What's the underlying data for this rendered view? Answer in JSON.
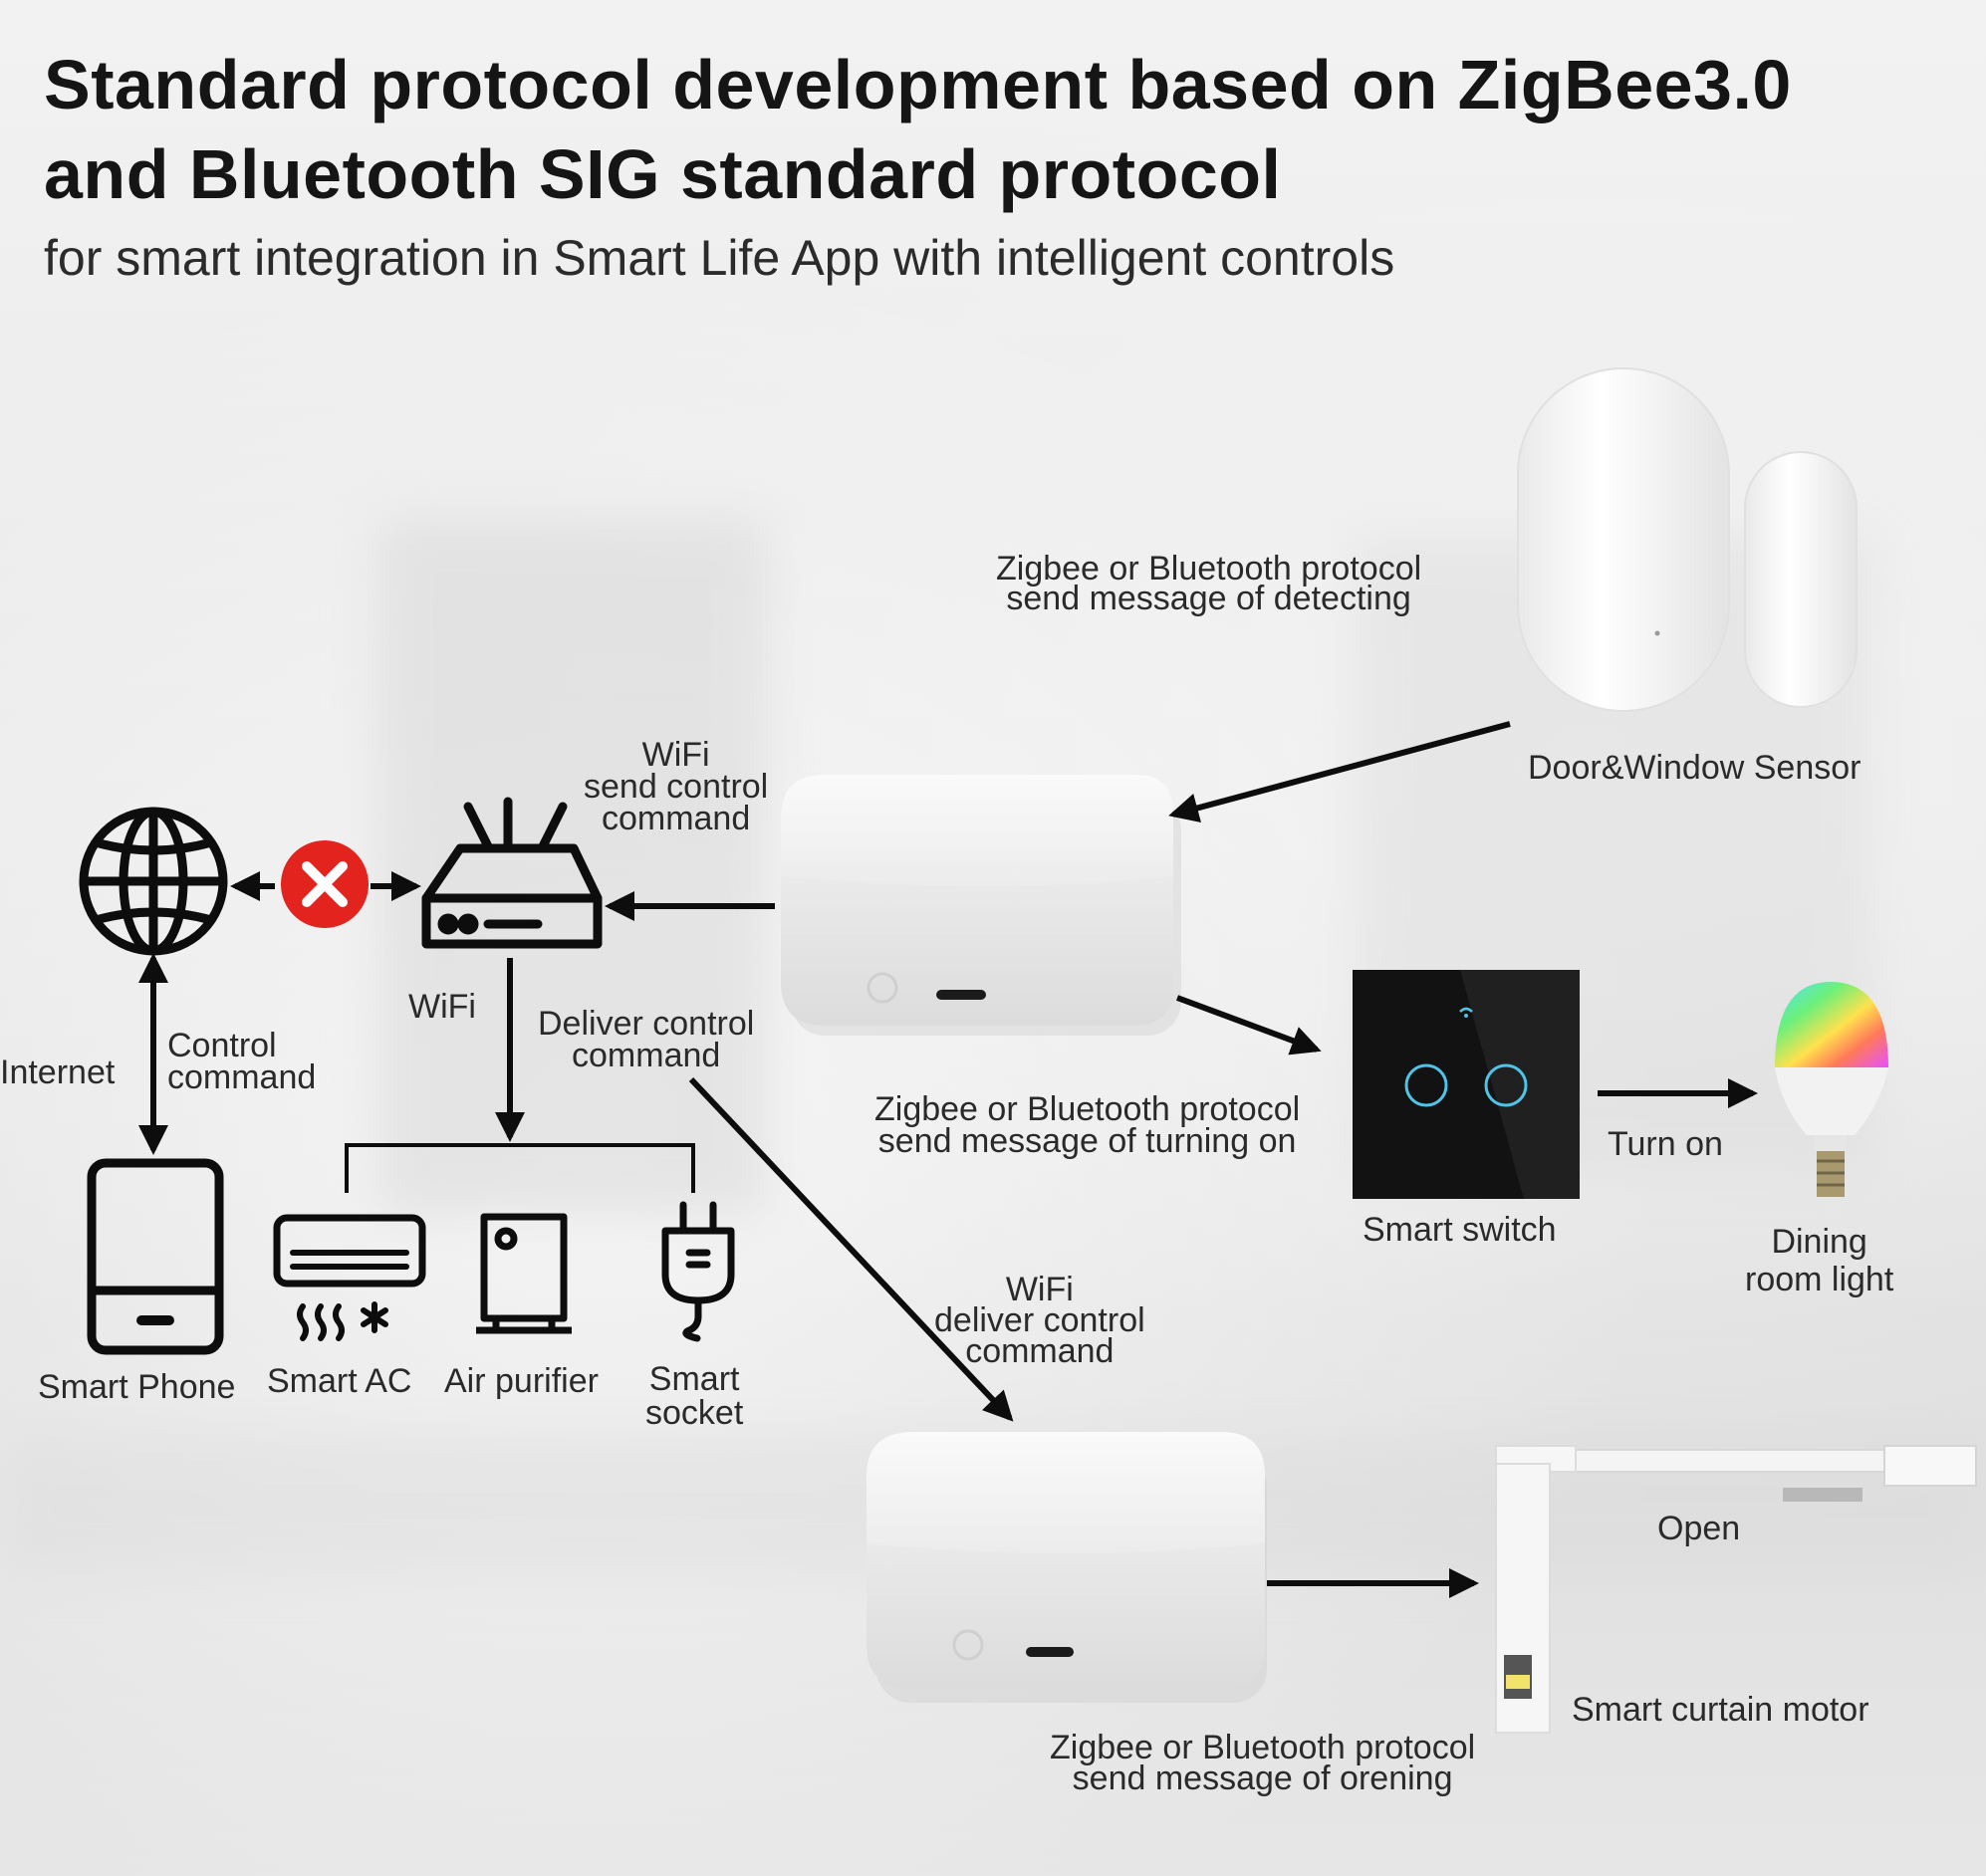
{
  "title_line1": "Standard protocol development based on ZigBee3.0",
  "title_line2": "and Bluetooth SIG standard protocol",
  "subtitle": "for smart integration in Smart Life App with intelligent controls",
  "labels": {
    "sensor_protocol_1": "Zigbee or Bluetooth protocol",
    "sensor_protocol_2": "send message of detecting",
    "door_sensor": "Door&Window Sensor",
    "wifi_send_1": "WiFi",
    "wifi_send_2": "send control",
    "wifi_send_3": "command",
    "router_wifi": "WiFi",
    "deliver_1": "Deliver control",
    "deliver_2": "command",
    "internet": "Internet",
    "control_cmd_1": "Control",
    "control_cmd_2": "command",
    "switch_protocol_1": "Zigbee or Bluetooth protocol",
    "switch_protocol_2": "send message of turning on",
    "smart_switch": "Smart switch",
    "turn_on": "Turn on",
    "dining_1": "Dining",
    "dining_2": "room light",
    "smart_phone": "Smart Phone",
    "smart_ac": "Smart AC",
    "air_purifier": "Air purifier",
    "smart_socket_1": "Smart",
    "smart_socket_2": "socket",
    "wifi_deliver_1": "WiFi",
    "wifi_deliver_2": "deliver control",
    "wifi_deliver_3": "command",
    "open": "Open",
    "curtain_motor": "Smart curtain motor",
    "curtain_protocol_1": "Zigbee or Bluetooth protocol",
    "curtain_protocol_2": "send message of orening"
  },
  "colors": {
    "error_badge": "#e3231e",
    "line": "#0d0d0d",
    "switch_ring": "#4fc3e8"
  },
  "icons": [
    "globe-icon",
    "router-icon",
    "phone-icon",
    "air-conditioner-icon",
    "air-purifier-icon",
    "plug-icon",
    "close-icon"
  ]
}
